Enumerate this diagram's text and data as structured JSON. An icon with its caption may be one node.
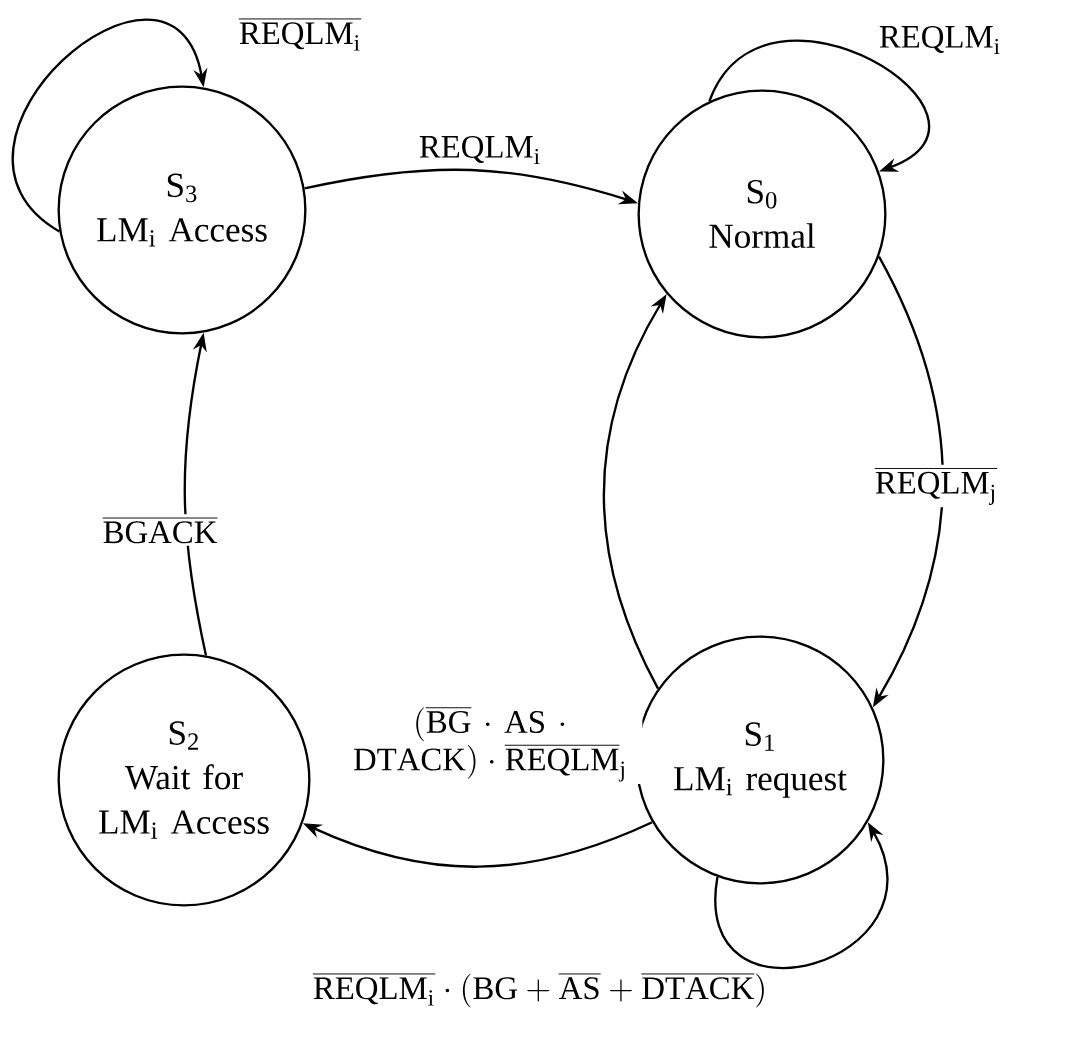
{
  "diagram": {
    "nodes": [
      {
        "text": [
          "S$_{3}$",
          "LM$_{i}$ Access"
        ]
      },
      {
        "text": [
          "S$_{0}$",
          "Normal"
        ]
      },
      {
        "text": [
          "S$_{1}$",
          "LM$_{i}$ request"
        ]
      },
      {
        "text": [
          "S$_{2}$",
          "Wait for LM$_{i}$ Access"
        ]
      }
    ],
    "edges": [
      {
        "from": 0,
        "to": 0,
        "arrow": "to",
        "label": "\\overline{\\mathrm{REQLM}_i}"
      },
      {
        "from": 0,
        "to": 1,
        "arrow": "to",
        "label": "\\mathrm{REQLM}_i"
      },
      {
        "from": 1,
        "to": 1,
        "arrow": "to",
        "label": "\\mathrm{REQLM}_i"
      },
      {
        "from": 1,
        "to": 2,
        "arrow": "to",
        "label": "\\overline{\\mathrm{REQLM}_j}"
      },
      {
        "from": 2,
        "to": 1,
        "arrow": "to"
      },
      {
        "from": 2,
        "to": 3,
        "arrow": "to",
        "label": "(\\overline{\\mathrm{BG}}\\cdot \\mathrm{AS}\\cdot \\mathrm{DTACK})\\cdot \\overline{\\mathrm{REQLM}}_j"
      },
      {
        "from": 2,
        "to": 2,
        "arrow": "to",
        "label": "\\overline{\\mathrm{REQLM}_i}\\cdot (\\mathrm{BG}+\\overline{\\mathrm{AS}}+\\overline{\\mathrm{DTACK}})"
      },
      {
        "from": 3,
        "to": 0,
        "arrow": "to",
        "label": "\\overline{\\mathrm{BGACK}}"
      }
    ]
  }
}
